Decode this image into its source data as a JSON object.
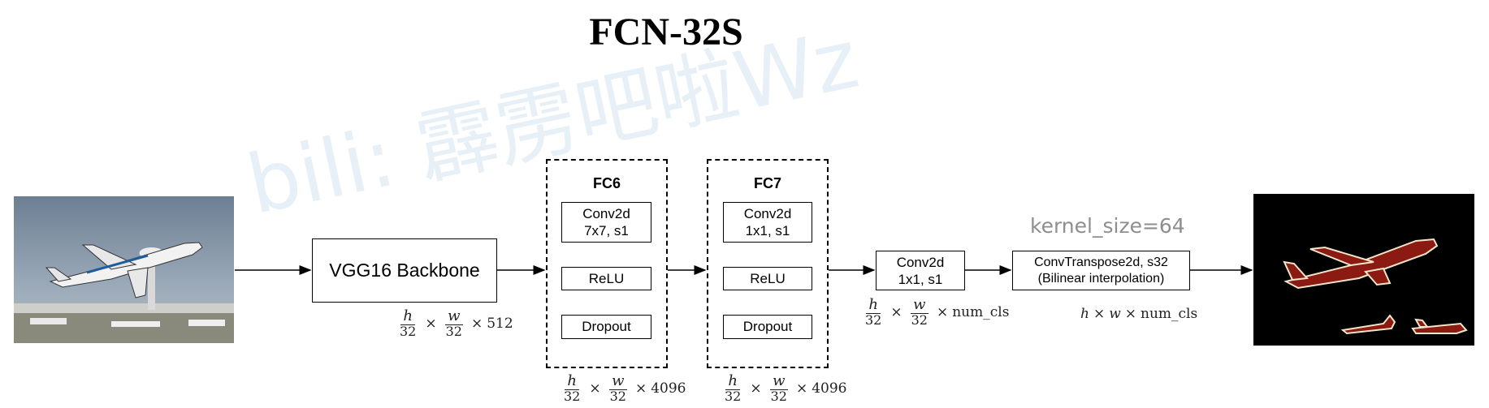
{
  "title": "FCN-32S",
  "watermark": "bili: 霹雳吧啦Wz",
  "backbone": {
    "label": "VGG16 Backbone"
  },
  "fc6": {
    "title": "FC6",
    "conv": "Conv2d\n7x7, s1",
    "relu": "ReLU",
    "dropout": "Dropout"
  },
  "fc7": {
    "title": "FC7",
    "conv": "Conv2d\n1x1, s1",
    "relu": "ReLU",
    "dropout": "Dropout"
  },
  "conv_cls": {
    "label": "Conv2d\n1x1, s1"
  },
  "upsample": {
    "label": "ConvTranspose2d, s32\n(Bilinear interpolation)",
    "annotation": "kernel_size=64"
  },
  "dims": {
    "backbone": {
      "num": "h",
      "den": "32",
      "num2": "w",
      "den2": "32",
      "times": "×",
      "channels": "512"
    },
    "fc6": {
      "num": "h",
      "den": "32",
      "num2": "w",
      "den2": "32",
      "times": "×",
      "channels": "4096"
    },
    "fc7": {
      "num": "h",
      "den": "32",
      "num2": "w",
      "den2": "32",
      "times": "×",
      "channels": "4096"
    },
    "conv_cls": {
      "num": "h",
      "den": "32",
      "num2": "w",
      "den2": "32",
      "times": "×",
      "channels": "num_cls"
    },
    "output": {
      "h": "h",
      "w": "w",
      "times": "×",
      "channels": "num_cls"
    }
  },
  "colors": {
    "segmentation_fill": "#8b1a12",
    "segmentation_outline": "#f3e6c8",
    "background": "#000000"
  }
}
